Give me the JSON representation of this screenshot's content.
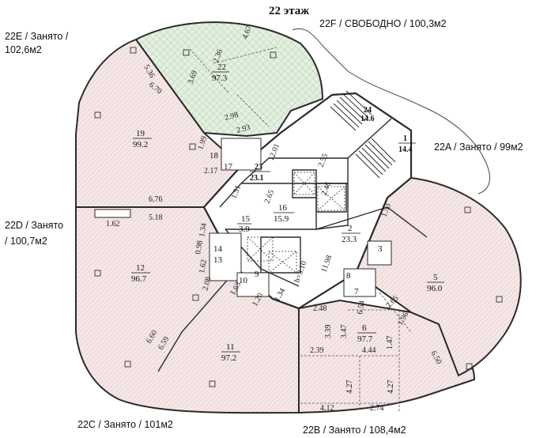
{
  "title": "22 этаж",
  "units": [
    {
      "id": "22E",
      "text": "22E / Занято /",
      "text2": "102,6м2"
    },
    {
      "id": "22F",
      "text": "22F / СВОБОДНО / 100,3м2"
    },
    {
      "id": "22A",
      "text": "22A / Занято / 99м2"
    },
    {
      "id": "22D",
      "text": "22D / Занято",
      "text2": "/ 100,7м2"
    },
    {
      "id": "22C",
      "text": "22C / Занято / 101м2"
    },
    {
      "id": "22B",
      "text": "22B / Занято / 108,4м2"
    }
  ],
  "rooms": [
    {
      "num": "22",
      "area": "97.3"
    },
    {
      "num": "19",
      "area": "99.2"
    },
    {
      "num": "23",
      "area": "23.1"
    },
    {
      "num": "24",
      "area": "14.6"
    },
    {
      "num": "1",
      "area": "14.4"
    },
    {
      "num": "16",
      "area": "15.9"
    },
    {
      "num": "15",
      "area": "3.9"
    },
    {
      "num": "2",
      "area": "23.3"
    },
    {
      "num": "12",
      "area": "96.7"
    },
    {
      "num": "5",
      "area": "96.0"
    },
    {
      "num": "11",
      "area": "97.2"
    },
    {
      "num": "6",
      "area": "97.7"
    },
    {
      "num": "18",
      "area": ""
    },
    {
      "num": "17",
      "area": ""
    },
    {
      "num": "14",
      "area": ""
    },
    {
      "num": "13",
      "area": ""
    },
    {
      "num": "10",
      "area": ""
    },
    {
      "num": "9",
      "area": ""
    },
    {
      "num": "8",
      "area": ""
    },
    {
      "num": "7",
      "area": ""
    },
    {
      "num": "3",
      "area": ""
    }
  ],
  "dimensions": [
    "5.36",
    "4.67",
    "2.36",
    "3.69",
    "6.70",
    "2.98",
    "2.93",
    "1.99",
    "2.17",
    "12.01",
    "2.55",
    "2.46",
    "2.65",
    "1.51",
    "6.76",
    "5.18",
    "1.62",
    "1.34",
    "0.98",
    "1.62",
    "2.08",
    "1.63",
    "1.20",
    "1.34",
    "h=3.10",
    "11.98",
    "1.53",
    "2.65",
    "6.54",
    "1.96",
    "2.48",
    "3.39",
    "3.47",
    "2.39",
    "4.44",
    "1.47",
    "4.27",
    "4.27",
    "4.12",
    "2.74",
    "6.60",
    "6.59",
    "6.50"
  ],
  "colors": {
    "occupied": "#f6e6e6",
    "free": "#e2efdf",
    "wall": "#2a2a2a"
  }
}
